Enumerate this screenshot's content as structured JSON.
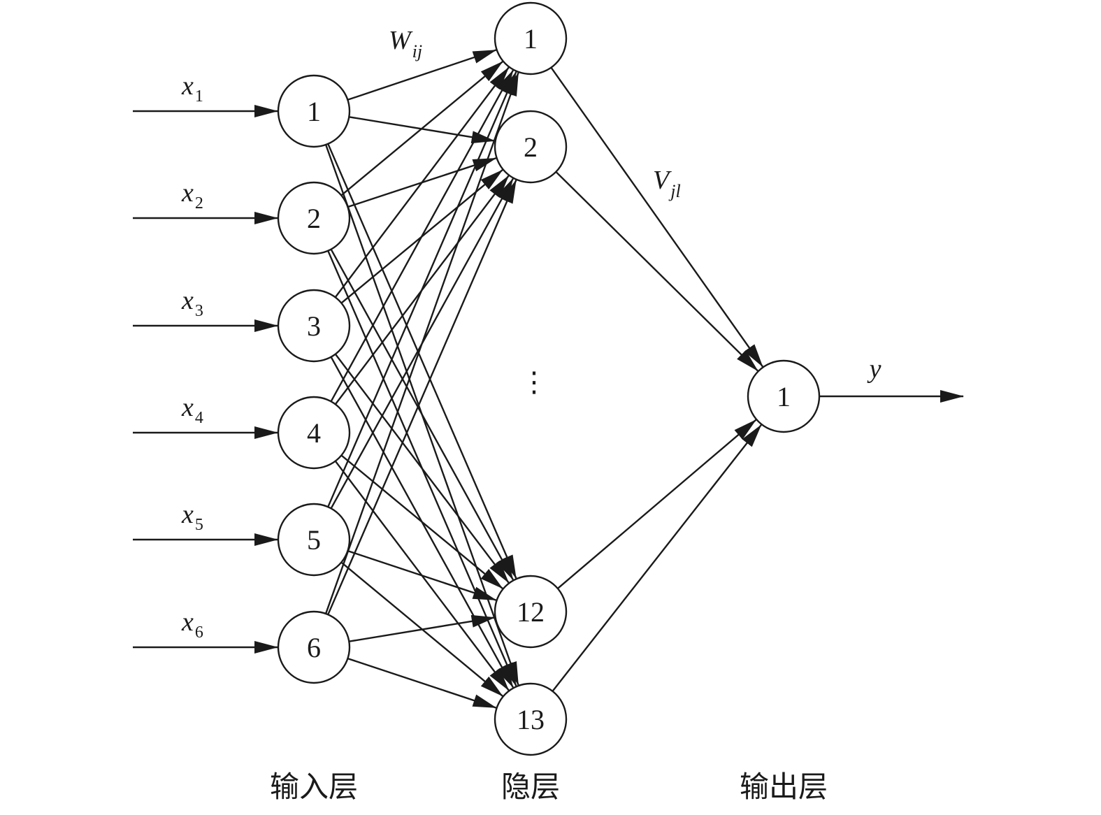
{
  "layers": {
    "input": {
      "title": "输入层",
      "nodes": [
        "1",
        "2",
        "3",
        "4",
        "5",
        "6"
      ],
      "inputs": [
        {
          "symbol": "x",
          "sub": "1"
        },
        {
          "symbol": "x",
          "sub": "2"
        },
        {
          "symbol": "x",
          "sub": "3"
        },
        {
          "symbol": "x",
          "sub": "4"
        },
        {
          "symbol": "x",
          "sub": "5"
        },
        {
          "symbol": "x",
          "sub": "6"
        }
      ]
    },
    "hidden": {
      "title": "隐层",
      "nodes": [
        "1",
        "2",
        "12",
        "13"
      ],
      "ellipsis": "⋮"
    },
    "output": {
      "title": "输出层",
      "nodes": [
        "1"
      ],
      "output_symbol": "y"
    }
  },
  "weights": {
    "input_hidden": {
      "symbol": "W",
      "sub": "ij"
    },
    "hidden_output": {
      "symbol": "V",
      "sub": "jl"
    }
  },
  "colors": {
    "stroke": "#1a1a1a",
    "background": "#ffffff"
  }
}
